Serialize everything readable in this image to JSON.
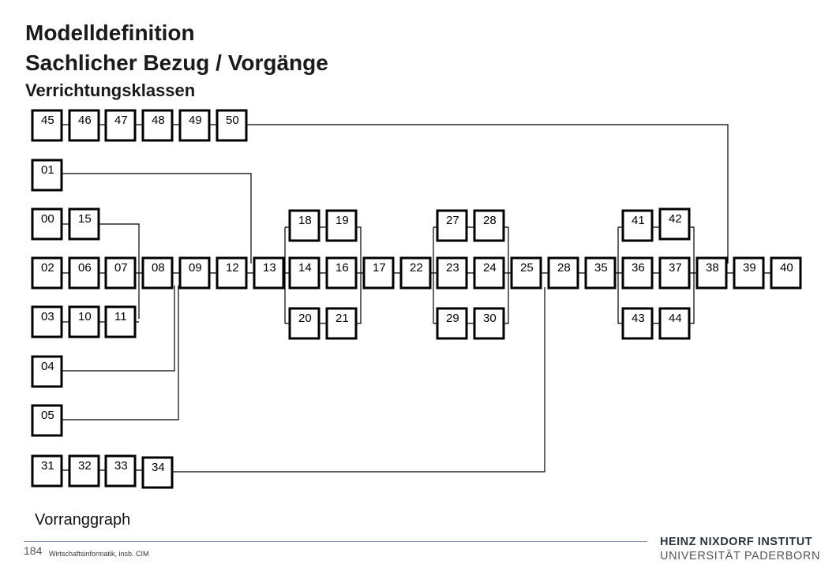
{
  "header": {
    "title": "Modelldefinition",
    "subtitle": "Sachlicher Bezug / Vorgänge",
    "subsubtitle": "Verrichtungsklassen"
  },
  "diagram": {
    "caption": "Vorranggraph",
    "nodes": [
      {
        "id": "n45",
        "label": "45"
      },
      {
        "id": "n46",
        "label": "46"
      },
      {
        "id": "n47",
        "label": "47"
      },
      {
        "id": "n48",
        "label": "48"
      },
      {
        "id": "n49",
        "label": "49"
      },
      {
        "id": "n50",
        "label": "50"
      },
      {
        "id": "n01",
        "label": "01"
      },
      {
        "id": "n00",
        "label": "00"
      },
      {
        "id": "n15",
        "label": "15"
      },
      {
        "id": "n02",
        "label": "02"
      },
      {
        "id": "n06",
        "label": "06"
      },
      {
        "id": "n07",
        "label": "07"
      },
      {
        "id": "n08",
        "label": "08"
      },
      {
        "id": "n09",
        "label": "09"
      },
      {
        "id": "n12",
        "label": "12"
      },
      {
        "id": "n13",
        "label": "13"
      },
      {
        "id": "n14",
        "label": "14"
      },
      {
        "id": "n16",
        "label": "16"
      },
      {
        "id": "n17",
        "label": "17"
      },
      {
        "id": "n22",
        "label": "22"
      },
      {
        "id": "n23",
        "label": "23"
      },
      {
        "id": "n24",
        "label": "24"
      },
      {
        "id": "n25",
        "label": "25"
      },
      {
        "id": "n28b",
        "label": "28"
      },
      {
        "id": "n35",
        "label": "35"
      },
      {
        "id": "n36",
        "label": "36"
      },
      {
        "id": "n37",
        "label": "37"
      },
      {
        "id": "n38",
        "label": "38"
      },
      {
        "id": "n39",
        "label": "39"
      },
      {
        "id": "n40",
        "label": "40"
      },
      {
        "id": "n03",
        "label": "03"
      },
      {
        "id": "n10",
        "label": "10"
      },
      {
        "id": "n11",
        "label": "11"
      },
      {
        "id": "n18",
        "label": "18"
      },
      {
        "id": "n19",
        "label": "19"
      },
      {
        "id": "n20",
        "label": "20"
      },
      {
        "id": "n21",
        "label": "21"
      },
      {
        "id": "n27",
        "label": "27"
      },
      {
        "id": "n28a",
        "label": "28"
      },
      {
        "id": "n29",
        "label": "29"
      },
      {
        "id": "n30",
        "label": "30"
      },
      {
        "id": "n41",
        "label": "41"
      },
      {
        "id": "n42",
        "label": "42"
      },
      {
        "id": "n43",
        "label": "43"
      },
      {
        "id": "n44",
        "label": "44"
      },
      {
        "id": "n04",
        "label": "04"
      },
      {
        "id": "n05",
        "label": "05"
      },
      {
        "id": "n31",
        "label": "31"
      },
      {
        "id": "n32",
        "label": "32"
      },
      {
        "id": "n33",
        "label": "33"
      },
      {
        "id": "n34",
        "label": "34"
      }
    ]
  },
  "footer": {
    "page_number": "184",
    "text": "Wirtschaftsinformatik, insb. CIM",
    "institute_line1": "HEINZ NIXDORF INSTITUT",
    "institute_line2": "UNIVERSITÄT PADERBORN"
  }
}
